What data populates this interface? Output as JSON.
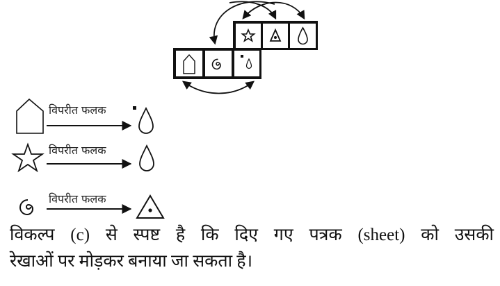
{
  "figure": {
    "description": "Cube net with six faces and arrows marking opposite faces",
    "top_row": [
      {
        "symbol": "star-icon"
      },
      {
        "symbol": "triangle-dot-icon"
      },
      {
        "symbol": "drop-icon"
      }
    ],
    "bottom_row": [
      {
        "symbol": "house-pentagon-icon"
      },
      {
        "symbol": "spiral-icon"
      },
      {
        "symbol": "square-drop-icon"
      }
    ],
    "arrows": [
      {
        "from": "spiral-icon",
        "to": "triangle-dot-icon"
      },
      {
        "from": "star-icon",
        "to": "drop-icon"
      },
      {
        "from": "house-pentagon-icon",
        "to": "square-drop-icon"
      }
    ]
  },
  "relations": [
    {
      "from_symbol": "house-pentagon-icon",
      "label": "विपरीत फलक",
      "to_symbol": "square-drop-icon"
    },
    {
      "from_symbol": "star-icon",
      "label": "विपरीत फलक",
      "to_symbol": "drop-icon"
    },
    {
      "from_symbol": "spiral-icon",
      "label": "विपरीत फलक",
      "to_symbol": "triangle-dot-icon"
    }
  ],
  "explanation": {
    "line1": "विकल्प (c) से स्पष्ट है कि दिए गए पत्रक (sheet) को उसकी",
    "line2": "रेखाओं पर मोड़कर बनाया जा सकता है।"
  }
}
